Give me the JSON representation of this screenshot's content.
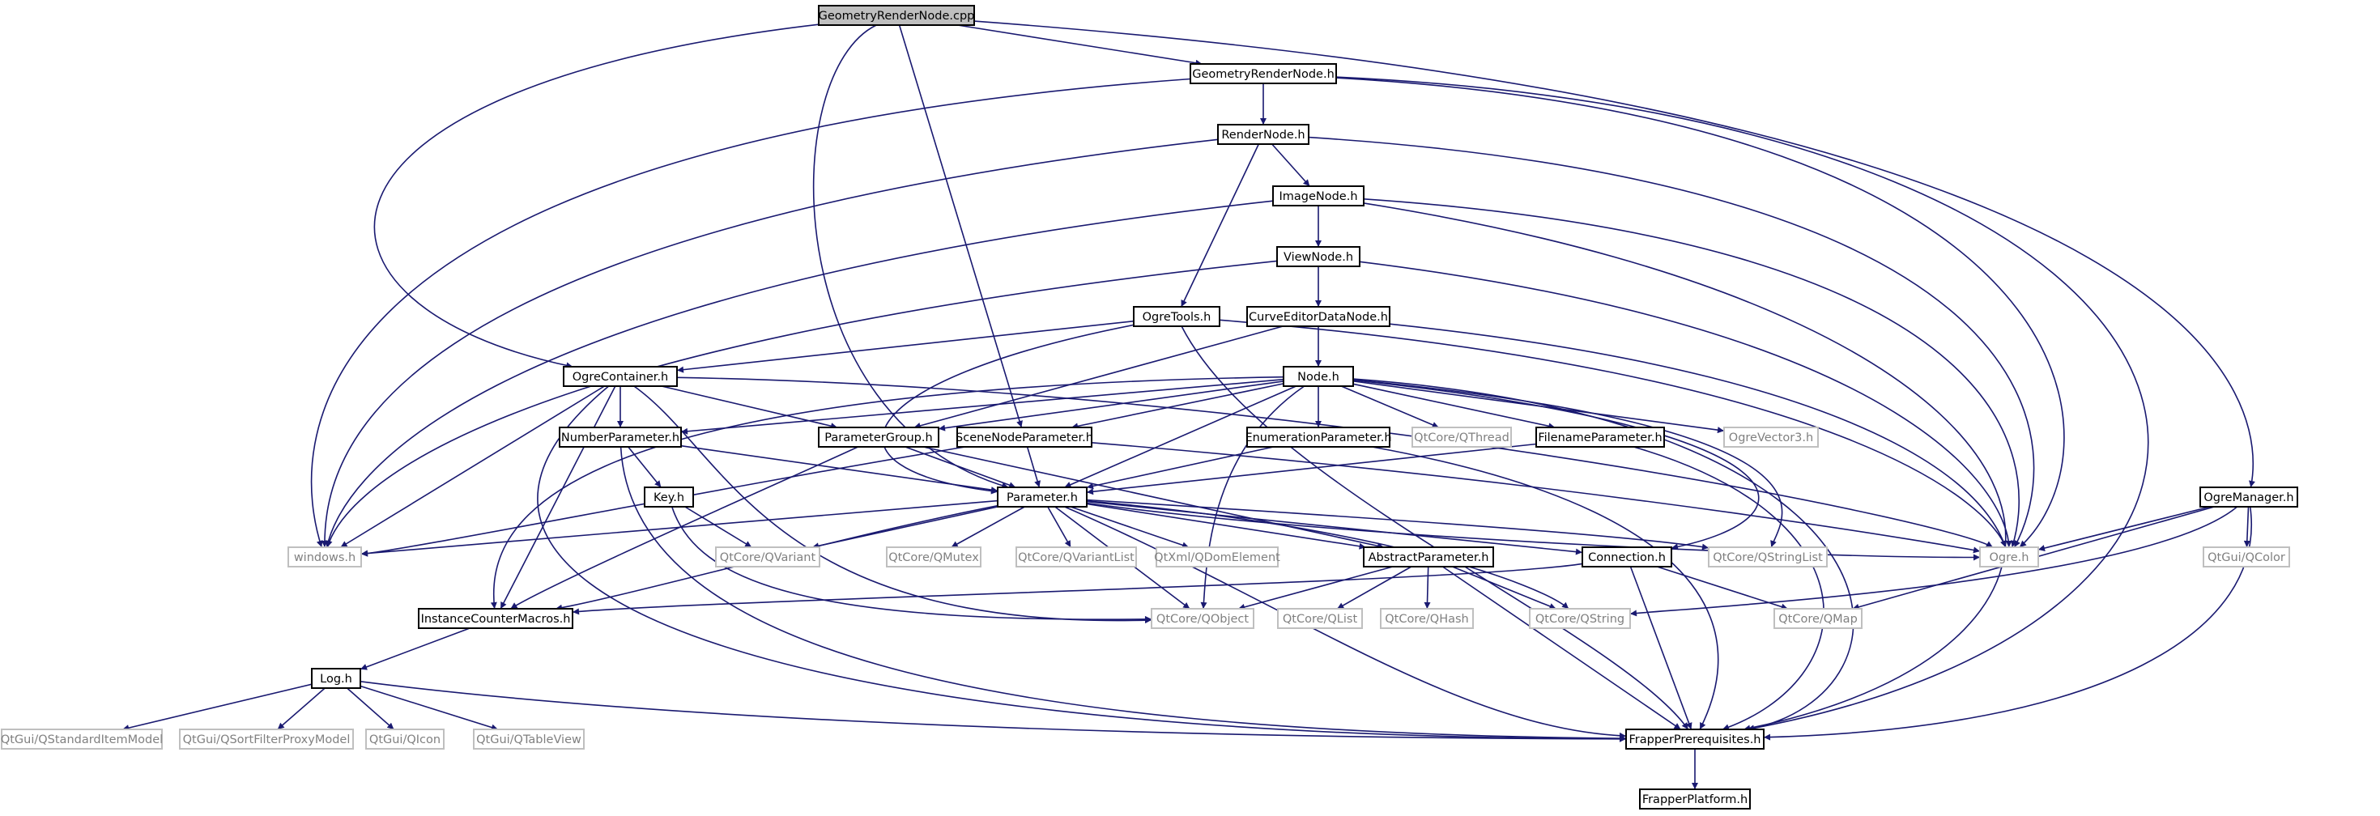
{
  "colors": {
    "edge": "#191970",
    "node_border": "#000000",
    "external_border": "#bfbfbf",
    "external_text": "#808080",
    "root_fill": "#bfbfbf",
    "background": "#ffffff"
  },
  "nodes": [
    {
      "id": "GeometryRenderNode_cpp",
      "label": "GeometryRenderNode.cpp",
      "kind": "root"
    },
    {
      "id": "GeometryRenderNode_h",
      "label": "GeometryRenderNode.h",
      "kind": "file"
    },
    {
      "id": "RenderNode_h",
      "label": "RenderNode.h",
      "kind": "file"
    },
    {
      "id": "ImageNode_h",
      "label": "ImageNode.h",
      "kind": "file"
    },
    {
      "id": "ViewNode_h",
      "label": "ViewNode.h",
      "kind": "file"
    },
    {
      "id": "OgreTools_h",
      "label": "OgreTools.h",
      "kind": "file"
    },
    {
      "id": "CurveEditorDataNode_h",
      "label": "CurveEditorDataNode.h",
      "kind": "file"
    },
    {
      "id": "OgreContainer_h",
      "label": "OgreContainer.h",
      "kind": "file"
    },
    {
      "id": "Node_h",
      "label": "Node.h",
      "kind": "file"
    },
    {
      "id": "NumberParameter_h",
      "label": "NumberParameter.h",
      "kind": "file"
    },
    {
      "id": "ParameterGroup_h",
      "label": "ParameterGroup.h",
      "kind": "file"
    },
    {
      "id": "SceneNodeParameter_h",
      "label": "SceneNodeParameter.h",
      "kind": "file"
    },
    {
      "id": "EnumerationParameter_h",
      "label": "EnumerationParameter.h",
      "kind": "file"
    },
    {
      "id": "QtCore_QThread",
      "label": "QtCore/QThread",
      "kind": "external"
    },
    {
      "id": "FilenameParameter_h",
      "label": "FilenameParameter.h",
      "kind": "file"
    },
    {
      "id": "OgreVector3_h",
      "label": "OgreVector3.h",
      "kind": "external"
    },
    {
      "id": "Key_h",
      "label": "Key.h",
      "kind": "file"
    },
    {
      "id": "Parameter_h",
      "label": "Parameter.h",
      "kind": "file"
    },
    {
      "id": "OgreManager_h",
      "label": "OgreManager.h",
      "kind": "file"
    },
    {
      "id": "windows_h",
      "label": "windows.h",
      "kind": "external"
    },
    {
      "id": "QtCore_QVariant",
      "label": "QtCore/QVariant",
      "kind": "external"
    },
    {
      "id": "QtCore_QMutex",
      "label": "QtCore/QMutex",
      "kind": "external"
    },
    {
      "id": "QtCore_QVariantList",
      "label": "QtCore/QVariantList",
      "kind": "external"
    },
    {
      "id": "QtXml_QDomElement",
      "label": "QtXml/QDomElement",
      "kind": "external"
    },
    {
      "id": "AbstractParameter_h",
      "label": "AbstractParameter.h",
      "kind": "file"
    },
    {
      "id": "Connection_h",
      "label": "Connection.h",
      "kind": "file"
    },
    {
      "id": "QtCore_QStringList",
      "label": "QtCore/QStringList",
      "kind": "external"
    },
    {
      "id": "Ogre_h",
      "label": "Ogre.h",
      "kind": "external"
    },
    {
      "id": "QtGui_QColor",
      "label": "QtGui/QColor",
      "kind": "external"
    },
    {
      "id": "InstanceCounterMacros_h",
      "label": "InstanceCounterMacros.h",
      "kind": "file"
    },
    {
      "id": "QtCore_QObject",
      "label": "QtCore/QObject",
      "kind": "external"
    },
    {
      "id": "QtCore_QList",
      "label": "QtCore/QList",
      "kind": "external"
    },
    {
      "id": "QtCore_QHash",
      "label": "QtCore/QHash",
      "kind": "external"
    },
    {
      "id": "QtCore_QString",
      "label": "QtCore/QString",
      "kind": "external"
    },
    {
      "id": "QtCore_QMap",
      "label": "QtCore/QMap",
      "kind": "external"
    },
    {
      "id": "Log_h",
      "label": "Log.h",
      "kind": "file"
    },
    {
      "id": "QtGui_QStandardItemModel",
      "label": "QtGui/QStandardItemModel",
      "kind": "external"
    },
    {
      "id": "QtGui_QSortFilterProxyModel",
      "label": "QtGui/QSortFilterProxyModel",
      "kind": "external"
    },
    {
      "id": "QtGui_QIcon",
      "label": "QtGui/QIcon",
      "kind": "external"
    },
    {
      "id": "QtGui_QTableView",
      "label": "QtGui/QTableView",
      "kind": "external"
    },
    {
      "id": "FrapperPrerequisites_h",
      "label": "FrapperPrerequisites.h",
      "kind": "file"
    },
    {
      "id": "FrapperPlatform_h",
      "label": "FrapperPlatform.h",
      "kind": "file"
    }
  ],
  "edges": [
    [
      "GeometryRenderNode_cpp",
      "GeometryRenderNode_h"
    ],
    [
      "GeometryRenderNode_cpp",
      "OgreContainer_h"
    ],
    [
      "GeometryRenderNode_cpp",
      "SceneNodeParameter_h"
    ],
    [
      "GeometryRenderNode_cpp",
      "Parameter_h"
    ],
    [
      "GeometryRenderNode_cpp",
      "OgreManager_h"
    ],
    [
      "GeometryRenderNode_h",
      "RenderNode_h"
    ],
    [
      "GeometryRenderNode_h",
      "windows_h"
    ],
    [
      "GeometryRenderNode_h",
      "Ogre_h"
    ],
    [
      "GeometryRenderNode_h",
      "FrapperPrerequisites_h"
    ],
    [
      "RenderNode_h",
      "ImageNode_h"
    ],
    [
      "RenderNode_h",
      "OgreTools_h"
    ],
    [
      "RenderNode_h",
      "windows_h"
    ],
    [
      "RenderNode_h",
      "Ogre_h"
    ],
    [
      "ImageNode_h",
      "ViewNode_h"
    ],
    [
      "ImageNode_h",
      "windows_h"
    ],
    [
      "ImageNode_h",
      "Ogre_h"
    ],
    [
      "ImageNode_h",
      "FrapperPrerequisites_h"
    ],
    [
      "ViewNode_h",
      "CurveEditorDataNode_h"
    ],
    [
      "ViewNode_h",
      "windows_h"
    ],
    [
      "ViewNode_h",
      "Ogre_h"
    ],
    [
      "OgreTools_h",
      "OgreContainer_h"
    ],
    [
      "OgreTools_h",
      "Parameter_h"
    ],
    [
      "OgreTools_h",
      "FrapperPrerequisites_h"
    ],
    [
      "OgreTools_h",
      "Ogre_h"
    ],
    [
      "CurveEditorDataNode_h",
      "Node_h"
    ],
    [
      "CurveEditorDataNode_h",
      "ParameterGroup_h"
    ],
    [
      "CurveEditorDataNode_h",
      "Ogre_h"
    ],
    [
      "OgreContainer_h",
      "NumberParameter_h"
    ],
    [
      "OgreContainer_h",
      "ParameterGroup_h"
    ],
    [
      "OgreContainer_h",
      "windows_h"
    ],
    [
      "OgreContainer_h",
      "InstanceCounterMacros_h"
    ],
    [
      "OgreContainer_h",
      "FrapperPrerequisites_h"
    ],
    [
      "OgreContainer_h",
      "QtCore_QObject"
    ],
    [
      "OgreContainer_h",
      "Ogre_h"
    ],
    [
      "Node_h",
      "NumberParameter_h"
    ],
    [
      "Node_h",
      "ParameterGroup_h"
    ],
    [
      "Node_h",
      "SceneNodeParameter_h"
    ],
    [
      "Node_h",
      "EnumerationParameter_h"
    ],
    [
      "Node_h",
      "QtCore_QThread"
    ],
    [
      "Node_h",
      "FilenameParameter_h"
    ],
    [
      "Node_h",
      "OgreVector3_h"
    ],
    [
      "Node_h",
      "Parameter_h"
    ],
    [
      "Node_h",
      "Connection_h"
    ],
    [
      "Node_h",
      "QtCore_QStringList"
    ],
    [
      "Node_h",
      "QtCore_QObject"
    ],
    [
      "Node_h",
      "InstanceCounterMacros_h"
    ],
    [
      "Node_h",
      "FrapperPrerequisites_h"
    ],
    [
      "NumberParameter_h",
      "Key_h"
    ],
    [
      "NumberParameter_h",
      "Parameter_h"
    ],
    [
      "NumberParameter_h",
      "FrapperPrerequisites_h"
    ],
    [
      "ParameterGroup_h",
      "Parameter_h"
    ],
    [
      "ParameterGroup_h",
      "AbstractParameter_h"
    ],
    [
      "ParameterGroup_h",
      "InstanceCounterMacros_h"
    ],
    [
      "SceneNodeParameter_h",
      "Parameter_h"
    ],
    [
      "SceneNodeParameter_h",
      "windows_h"
    ],
    [
      "SceneNodeParameter_h",
      "Ogre_h"
    ],
    [
      "EnumerationParameter_h",
      "Parameter_h"
    ],
    [
      "EnumerationParameter_h",
      "FrapperPrerequisites_h"
    ],
    [
      "FilenameParameter_h",
      "Parameter_h"
    ],
    [
      "FilenameParameter_h",
      "FrapperPrerequisites_h"
    ],
    [
      "Key_h",
      "QtCore_QVariant"
    ],
    [
      "Key_h",
      "QtCore_QObject"
    ],
    [
      "Parameter_h",
      "windows_h"
    ],
    [
      "Parameter_h",
      "QtCore_QVariant"
    ],
    [
      "Parameter_h",
      "QtCore_QMutex"
    ],
    [
      "Parameter_h",
      "QtCore_QVariantList"
    ],
    [
      "Parameter_h",
      "QtXml_QDomElement"
    ],
    [
      "Parameter_h",
      "AbstractParameter_h"
    ],
    [
      "Parameter_h",
      "Connection_h"
    ],
    [
      "Parameter_h",
      "QtCore_QStringList"
    ],
    [
      "Parameter_h",
      "Ogre_h"
    ],
    [
      "Parameter_h",
      "InstanceCounterMacros_h"
    ],
    [
      "Parameter_h",
      "QtCore_QObject"
    ],
    [
      "Parameter_h",
      "QtCore_QString"
    ],
    [
      "Parameter_h",
      "FrapperPrerequisites_h"
    ],
    [
      "AbstractParameter_h",
      "QtCore_QObject"
    ],
    [
      "AbstractParameter_h",
      "QtCore_QList"
    ],
    [
      "AbstractParameter_h",
      "QtCore_QHash"
    ],
    [
      "AbstractParameter_h",
      "QtCore_QString"
    ],
    [
      "AbstractParameter_h",
      "FrapperPrerequisites_h"
    ],
    [
      "Connection_h",
      "QtCore_QMap"
    ],
    [
      "Connection_h",
      "InstanceCounterMacros_h"
    ],
    [
      "Connection_h",
      "FrapperPrerequisites_h"
    ],
    [
      "OgreManager_h",
      "Ogre_h"
    ],
    [
      "OgreManager_h",
      "QtGui_QColor"
    ],
    [
      "OgreManager_h",
      "QtCore_QString"
    ],
    [
      "OgreManager_h",
      "QtCore_QMap"
    ],
    [
      "OgreManager_h",
      "FrapperPrerequisites_h"
    ],
    [
      "InstanceCounterMacros_h",
      "Log_h"
    ],
    [
      "Log_h",
      "QtGui_QStandardItemModel"
    ],
    [
      "Log_h",
      "QtGui_QSortFilterProxyModel"
    ],
    [
      "Log_h",
      "QtGui_QIcon"
    ],
    [
      "Log_h",
      "QtGui_QTableView"
    ],
    [
      "Log_h",
      "FrapperPrerequisites_h"
    ],
    [
      "FrapperPrerequisites_h",
      "FrapperPlatform_h"
    ]
  ]
}
